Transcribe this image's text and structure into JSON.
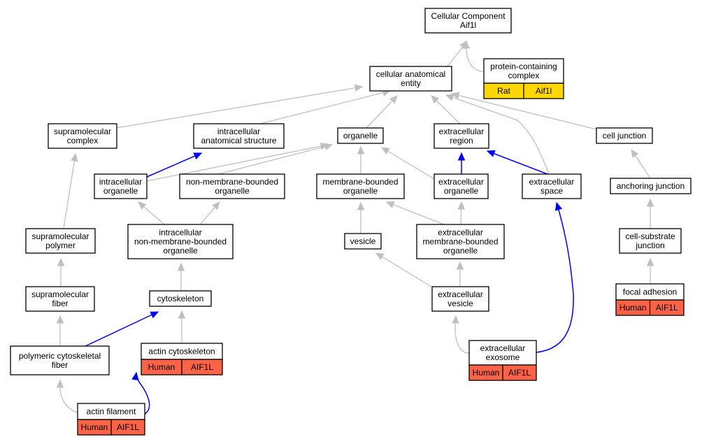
{
  "colors": {
    "rat": "#ffd700",
    "human": "#ff6347",
    "gray_edge": "#c0c0c0",
    "blue_edge": "#0000ff"
  },
  "nodes": {
    "root": {
      "lines": [
        "Cellular Component",
        "Aif1l"
      ]
    },
    "protcomplex": {
      "lines": [
        "protein-containing",
        "complex"
      ],
      "annot": [
        "Rat",
        "Aif1l"
      ],
      "species": "rat"
    },
    "cae": {
      "lines": [
        "cellular anatomical",
        "entity"
      ]
    },
    "supracomplex": {
      "lines": [
        "supramolecular",
        "complex"
      ]
    },
    "ias": {
      "lines": [
        "intracellular",
        "anatomical structure"
      ]
    },
    "organelle": {
      "lines": [
        "organelle"
      ]
    },
    "exregion": {
      "lines": [
        "extracellular",
        "region"
      ]
    },
    "celljunction": {
      "lines": [
        "cell junction"
      ]
    },
    "intraorg": {
      "lines": [
        "intracellular",
        "organelle"
      ]
    },
    "nmbo": {
      "lines": [
        "non-membrane-bounded",
        "organelle"
      ]
    },
    "mbo": {
      "lines": [
        "membrane-bounded",
        "organelle"
      ]
    },
    "exorg": {
      "lines": [
        "extracellular",
        "organelle"
      ]
    },
    "exspace": {
      "lines": [
        "extracellular",
        "space"
      ]
    },
    "anchjunc": {
      "lines": [
        "anchoring junction"
      ]
    },
    "suprapoly": {
      "lines": [
        "supramolecular",
        "polymer"
      ]
    },
    "inmbo": {
      "lines": [
        "intracellular",
        "non-membrane-bounded",
        "organelle"
      ]
    },
    "vesicle": {
      "lines": [
        "vesicle"
      ]
    },
    "exmbo": {
      "lines": [
        "extracellular",
        "membrane-bounded",
        "organelle"
      ]
    },
    "csjunc": {
      "lines": [
        "cell-substrate",
        "junction"
      ]
    },
    "suprafiber": {
      "lines": [
        "supramolecular",
        "fiber"
      ]
    },
    "cytoskel": {
      "lines": [
        "cytoskeleton"
      ]
    },
    "exvesicle": {
      "lines": [
        "extracellular",
        "vesicle"
      ]
    },
    "focal": {
      "lines": [
        "focal adhesion"
      ],
      "annot": [
        "Human",
        "AIF1L"
      ],
      "species": "human"
    },
    "polyfiber": {
      "lines": [
        "polymeric cytoskeletal",
        "fiber"
      ]
    },
    "actincyto": {
      "lines": [
        "actin cytoskeleton"
      ],
      "annot": [
        "Human",
        "AIF1L"
      ],
      "species": "human"
    },
    "exosome": {
      "lines": [
        "extracellular",
        "exosome"
      ],
      "annot": [
        "Human",
        "AIF1L"
      ],
      "species": "human"
    },
    "actinfil": {
      "lines": [
        "actin filament"
      ],
      "annot": [
        "Human",
        "AIF1L"
      ],
      "species": "human"
    }
  }
}
